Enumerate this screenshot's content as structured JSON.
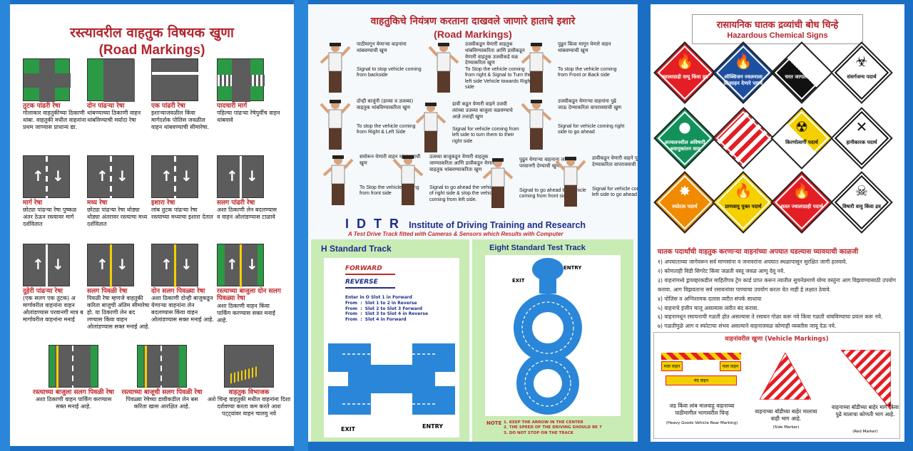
{
  "panel1": {
    "title_hi": "रस्त्यावरील वाहतुक विषयक खुणा",
    "title_en": "(Road Markings)",
    "cells": [
      {
        "caption": "तुटक पांढरी रेषा",
        "desc": "गोलाकार वाहतुकीच्या ठिकाणी थांबा. वाहतुकी मधील वाहनांना प्रथम जाण्यास प्राधान्य द्या."
      },
      {
        "caption": "दोन पांढऱ्या रेषा",
        "desc": "थांबण्याच्या ठिकाणी वाहन थांबविण्याची मर्यादा रेषा"
      },
      {
        "caption": "एक पांढरी रेषा",
        "desc": "इशाऱ्याजवळील किंवा मार्गदर्शक पोलिस जवळील वाहन थांबवण्याची सीमारेषा."
      },
      {
        "caption": "पादचारी मार्ग",
        "desc": "पहिल्या पांढऱ्या रेषेपुर्वीच वाहन थांबवावे"
      },
      {
        "caption": "मार्ग रेषा",
        "desc": "छोट्या पांढऱ्या रेषा पुष्कळ अंतर ठेऊन रस्त्यावर मार्ग दर्शवितात"
      },
      {
        "caption": "मध्य रेषा",
        "desc": "छोट्या पांढऱ्या रेषा थोड्या थोड्या अंतरावर रस्त्याचा मध्य दर्शवितात"
      },
      {
        "caption": "इशारा रेषा",
        "desc": "लांब तुटक पांढऱ्या रेषा रस्त्याच्या मध्याचा इशारा देतात"
      },
      {
        "caption": "सलग पांढरी रेषा",
        "desc": "अशा ठिकाणी लेन बदलण्यास व वाहन ओलांडण्यास टाळावे"
      },
      {
        "caption": "दुहेरी पांढऱ्या रेषा",
        "desc": "(एक सलग एक तुटक) अ मार्गावरील वाहनांना वाहन ओलांडण्यास परवानगी मात्र ब मार्गावरील वाहनांना मनाई"
      },
      {
        "caption": "सलग पिवळी रेषा",
        "desc": "पिवळी रेषा म्हणजे वाहतुकी करिता बाजुची अंतिम सीमारेषा हो. या ठिकाणी लेन बद लण्यास किंवा वाहन ओलांडण्यास सक्त मनाई आहे."
      },
      {
        "caption": "दोन सलग पिवळ्या रेषा",
        "desc": "अशा ठिकाणी दोन्ही बाजुकडून येणाऱ्या वाहनांना लेन बदलण्यास किंवा वाहन ओलांडण्यास सक्त मनाई आहे."
      },
      {
        "caption": "रस्त्याच्या बाजुला दोन सलग पिवळ्या रेषा",
        "desc": "अशा ठिकाणी वाहन किंवा पार्किंग करण्यास सक्त मनाई आहे."
      },
      {
        "caption": "रस्त्याच्या बाजुला सलग पिवळी रेषा",
        "desc": "अशा ठिकाणी वाहन पार्किंग करण्यास सक्त मनाई आहे."
      },
      {
        "caption": "रस्त्याच्या बाजूची सलग पिवळी रेषा",
        "desc": "पिवळ्या रेषेच्या डावीकडील लेन बस करिता खास आरक्षित आहे."
      },
      {
        "caption": "वाहतुक विभाजक",
        "desc": "अशे चिन्ह वाहतुकी मधील वाहनांना दिशा दर्शवण्या करता कम करते आश पट्ट्यांवर वाहन चालवु नये"
      }
    ]
  },
  "panel2": {
    "title_hi": "वाहतुकिचे नियंत्रण करताना दाखवले जाणारे हाताचे इशारे",
    "title_en": "(Road Markings)",
    "signals": [
      {
        "hi": "पाठीमागून येणाऱ्या वाहनांना थांबवण्याची खुण",
        "en": "Signal to stop vehicle coming from backside"
      },
      {
        "hi": "उजवीकडून येणारी वाहतुक थांबविण्याकरिता आणि डावीकडून येणारी वाहतुक उजवीकडे वळ देण्याकरिता खुण",
        "en": "To Stop the vehicle coming from right & Signal to Turn the left side Vehicle towards Right side"
      },
      {
        "hi": "पुढून किंवा मागून येणारे वाहन थांबवण्याची खुण",
        "en": "To stop the vehicle coming from Front or Back side"
      },
      {
        "hi": "दोन्ही बाजूंनी (डाव्या व उजव्या) वाहतुक थांबविण्याकरिता खुण",
        "en": "To stop the vehicle coming from Right & Left Side"
      },
      {
        "hi": "डावी कडून येणारी वाहने उजवी त्यांच्या उजव्या बाजुला वळवण्याचे आज्ञे तत्ताही खुण",
        "en": "Signal for vehicle coming from left side to turn them to their right side"
      },
      {
        "hi": "उजवीकडून येणाऱ्या वाहनांना पुढे जाऊ देण्याकरिता वापरावयाची खुण",
        "en": "Signal for vehicle coming right side to go ahead"
      },
      {
        "hi": "समोरून येणारी वाहन थांबवण्याची खुण",
        "en": "To Stop the vehicle coming from front side"
      },
      {
        "hi": "उजव्या बाजूकडून येणारी वाहतूक जाण्याकरिता आणि डावीकडून येणारी वाहतूक थांबवण्याकरिता खुण",
        "en": "Signal to go ahead the vehicle of right side & stop the vehicle coming from left side."
      },
      {
        "hi": "पुढून येणाऱ्या वाहनाना जाण्यास परवानगी देण्याची खुण",
        "en": "Signal to go ahead the vehicle coming from front side"
      },
      {
        "hi": "डावीकडून येणारी वाहने पुढे जाऊ देण्याकरिता वापरावयाची खुण",
        "en": "Signal for vehicle coming from left side to go ahead"
      }
    ],
    "idtr_letters": "I D T R",
    "idtr_name": "Institute of Driving Training and Research",
    "idtr_sub": "A Test Drive Track fitted with Cameras & Sensors which Results with Computer",
    "h_title": "H Standard Track",
    "forward": "FORWARD",
    "reverse": "REVERSE",
    "h_instructions": [
      "Enter in O Slot 1 in Forward",
      "From  :  Slot 1 to 2 in Reverse",
      "From  :  Slot 2 to Slot 3 Forward",
      "From  :  Slot 3 to Slot 4 in Reverse",
      "From  :  Slot 4 in Forward"
    ],
    "h_exit": "EXIT",
    "h_entry": "ENTRY",
    "eight_title": "Eight  Standard Test Track",
    "eight_entry": "ENTRY",
    "eight_exit": "EXIT",
    "note_label": "NOTE",
    "notes": [
      "1. KEEP THE ARROW IN THE CENTER",
      "2. THE SPEED OF THE DRIVING SHOULD BE 7",
      "3. DO NOT STOP ON THE TRACK"
    ]
  },
  "panel3": {
    "title_hi": "रासायनिक घातक द्रव्यांची बोध चिन्हे",
    "title_en": "Hazardous Chemical Signs",
    "signs": [
      {
        "label": "ज्वालाग्राही वायू किंवा द्रव",
        "bg": "#e31e24"
      },
      {
        "label": "ऑक्सिजन ज्वलनाला प्रोत्साहन देणारे पदार्थ",
        "bg": "#1d4fa0"
      },
      {
        "label": "चरत जागात पदार्थ",
        "bg": "#111111"
      },
      {
        "label": "संसर्गजन्य पदार्थ",
        "bg": "#ffffff"
      },
      {
        "label": "अज्वलनशील अविषारी अवायुकांतन वायू",
        "bg": "#12925a"
      },
      {
        "label": "",
        "bg": "#e31e24"
      },
      {
        "label": "किरणोत्सर्गी पदार्थ",
        "bg": "#f5d000"
      },
      {
        "label": "हानीकारक पदार्थ",
        "bg": "#ffffff"
      },
      {
        "label": "स्फोटक पदार्थ",
        "bg": "#f08a00"
      },
      {
        "label": "प्राणवायु युक्त पदार्थ",
        "bg": "#f5d000"
      },
      {
        "label": "सतत ज्वालाग्राही पदार्थ",
        "bg": "#e31e24"
      },
      {
        "label": "विषारी वायु किंवा द्रव",
        "bg": "#ffffff"
      }
    ],
    "care_title": "घातक पदार्थांची वाहतुक करणाऱ्या वाहनांच्या अपघात घडल्यास घ्यावयाची काळजी",
    "care_points": [
      "१) अपघाताच्या जागेवरून सर्व माणसांना व जनावरांना अपघात स्थळापासून सुरक्षित जागी हलवावे.",
      "२) कोणताही विडी सिगरेट किंवा जळती वस्तू जवळ आणू देवू नये.",
      "३) वाहनांमध्ये ड्रायव्हरकडील माहितीपत्र ट्रेम कार्ड प्राप्त करून त्यातील सुचनेप्रमाणे योग्य वस्तुंना आग विझवण्यासाठी उपयोग करावा. आग विझवताना सर्व रसायनांवर पाण्याचा उपयोग करता येत नाही हे लक्षात ठेवावे.",
      "४) पोलिस व अग्निशामक दलास त्वरीत संपर्क साधावा",
      "५) वाहनाचे इंजीन चालू असल्यास त्वरीत बंद करावा.",
      "६) वाहनामधून रसायनाची गळती होत असल्यास ते रसायन गोळा करू नये किंवा गळती थांबविण्याचा प्रयत्न करू नये.",
      "७) गळतीमुळे आग व स्फोटाचा संभव असल्याने वाहनाजवळ कोणाही व्यक्तीस जावू देऊ नये."
    ],
    "vm_title": "वाहनांवरील खुणा (Vehicle Markings)",
    "vm_plate_top1": "माल वाहन",
    "vm_plate_top2": "माल वाहन",
    "vm_plate_bottom": "मंद वाहन",
    "vm_caption1": "जड किंवा लांब मालवाहू वाहनाच्या पाठीमागील भागावरील चिन्ह",
    "vm_sub1": "(Heavy Goods Vehicle Rear Marking)",
    "vm_caption2": "वाहनाच्या बॉडीच्या बाहेर मालाचा बाही भाग आहे.",
    "vm_sub2": "(Side Marker)",
    "vm_caption3": "वाहनाच्या बॉडीच्या बाहेर मागे किंवा पुढे मालाचा कोणती भाग आहे.",
    "vm_sub3": "(Red Marker)"
  }
}
